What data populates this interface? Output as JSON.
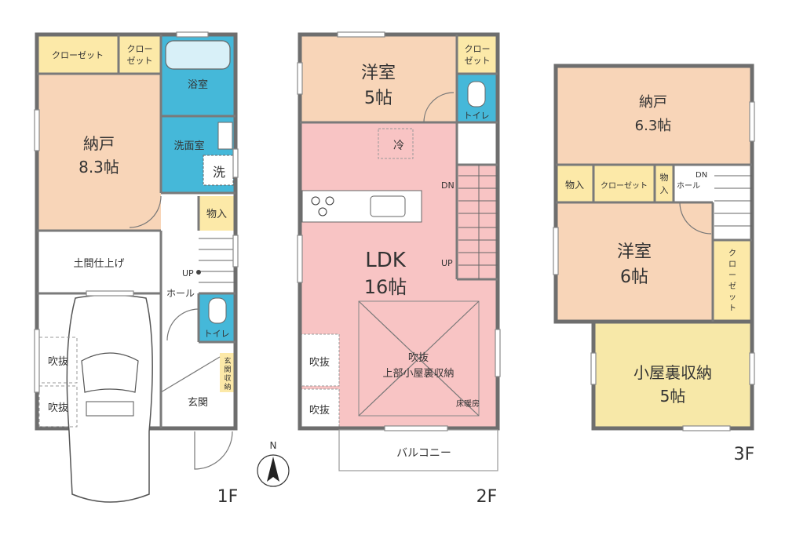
{
  "colors": {
    "nando": "#f8d5b8",
    "yoshitsu": "#f8d5b8",
    "closet": "#fce9a8",
    "bath": "#45b8d9",
    "ldk": "#f8c4c4",
    "storage": "#f7e8a8",
    "wall": "#6e6e6e",
    "white": "#ffffff"
  },
  "floor1": {
    "label": "1F",
    "closet1": "クローゼット",
    "closet2": [
      "クロー",
      "ゼット"
    ],
    "bath": "浴室",
    "washroom": "洗面室",
    "washer": "洗",
    "storeroom": [
      "納戸",
      "8.3帖"
    ],
    "storage": "物入",
    "doma": "土間仕上げ",
    "up": "UP",
    "hall": "ホール",
    "toilet": "トイレ",
    "fukinuke1": "吹抜",
    "fukinuke2": "吹抜",
    "genkan": "玄関",
    "genkan_storage": [
      "玄",
      "関",
      "収",
      "納"
    ]
  },
  "floor2": {
    "label": "2F",
    "western": [
      "洋室",
      "5帖"
    ],
    "closet": [
      "クロー",
      "ゼット"
    ],
    "toilet": "トイレ",
    "fridge": "冷",
    "dn": "DN",
    "up": "UP",
    "ldk": [
      "LDK",
      "16帖"
    ],
    "fukinuke": [
      "吹抜",
      "上部小屋裏収納"
    ],
    "floor_heating": "床暖房",
    "fukinuke1": "吹抜",
    "fukinuke2": "吹抜",
    "balcony": "バルコニー"
  },
  "floor3": {
    "label": "3F",
    "storeroom": [
      "納戸",
      "6.3帖"
    ],
    "storage1": "物入",
    "closet": "クローゼット",
    "storage2": [
      "物",
      "入"
    ],
    "dn": "DN",
    "hall": "ホール",
    "western": [
      "洋室",
      "6帖"
    ],
    "closet_v": [
      "ク",
      "ロ",
      "ー",
      "ゼ",
      "ッ",
      "ト"
    ],
    "attic": [
      "小屋裏収納",
      "5帖"
    ]
  },
  "compass": "N"
}
